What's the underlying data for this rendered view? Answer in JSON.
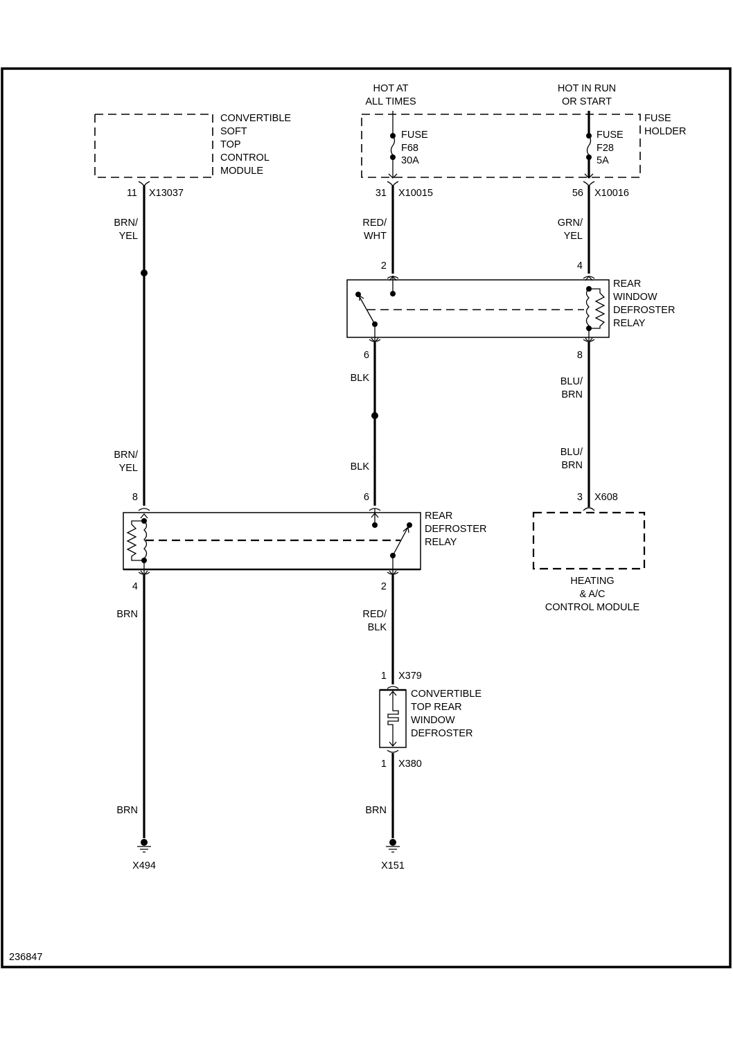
{
  "diagram": {
    "figure_number": "236847",
    "sources": {
      "hot_at_all_times": [
        "HOT AT",
        "ALL TIMES"
      ],
      "hot_in_run_or_start": [
        "HOT IN RUN",
        "OR START"
      ]
    },
    "components": {
      "soft_top_module": [
        "CONVERTIBLE",
        "SOFT",
        "TOP",
        "CONTROL",
        "MODULE"
      ],
      "fuse_holder": [
        "FUSE",
        "HOLDER"
      ],
      "fuse_f68": [
        "FUSE",
        "F68",
        "30A"
      ],
      "fuse_f28": [
        "FUSE",
        "F28",
        "5A"
      ],
      "rear_window_defroster_relay": [
        "REAR",
        "WINDOW",
        "DEFROSTER",
        "RELAY"
      ],
      "rear_defroster_relay": [
        "REAR",
        "DEFROSTER",
        "RELAY"
      ],
      "hvac_module": [
        "HEATING",
        "& A/C",
        "CONTROL MODULE"
      ],
      "rear_window_defroster": [
        "CONVERTIBLE",
        "TOP REAR",
        "WINDOW",
        "DEFROSTER"
      ]
    },
    "connectors": {
      "x13037": {
        "pin": "11",
        "name": "X13037"
      },
      "x10015": {
        "pin": "31",
        "name": "X10015"
      },
      "x10016": {
        "pin": "56",
        "name": "X10016"
      },
      "x608": {
        "pin": "3",
        "name": "X608"
      },
      "x379": {
        "pin": "1",
        "name": "X379"
      },
      "x380": {
        "pin": "1",
        "name": "X380"
      }
    },
    "relay_pins": {
      "rwd_relay": {
        "in_switch": "2",
        "in_coil": "4",
        "out_switch": "6",
        "out_coil": "8"
      },
      "rd_relay": {
        "in_coil": "8",
        "in_switch": "6",
        "out_coil": "4",
        "out_switch": "2"
      }
    },
    "wires": {
      "brn_yel_upper": [
        "BRN/",
        "YEL"
      ],
      "brn_yel_lower": [
        "BRN/",
        "YEL"
      ],
      "red_wht": [
        "RED/",
        "WHT"
      ],
      "grn_yel": [
        "GRN/",
        "YEL"
      ],
      "blk_upper": [
        "BLK"
      ],
      "blk_lower": [
        "BLK"
      ],
      "blu_brn_upper": [
        "BLU/",
        "BRN"
      ],
      "blu_brn_lower": [
        "BLU/",
        "BRN"
      ],
      "brn_left_upper": [
        "BRN"
      ],
      "red_blk": [
        "RED/",
        "BLK"
      ],
      "brn_left_lower": [
        "BRN"
      ],
      "brn_right_lower": [
        "BRN"
      ]
    },
    "grounds": {
      "left": "X494",
      "right": "X151"
    }
  }
}
